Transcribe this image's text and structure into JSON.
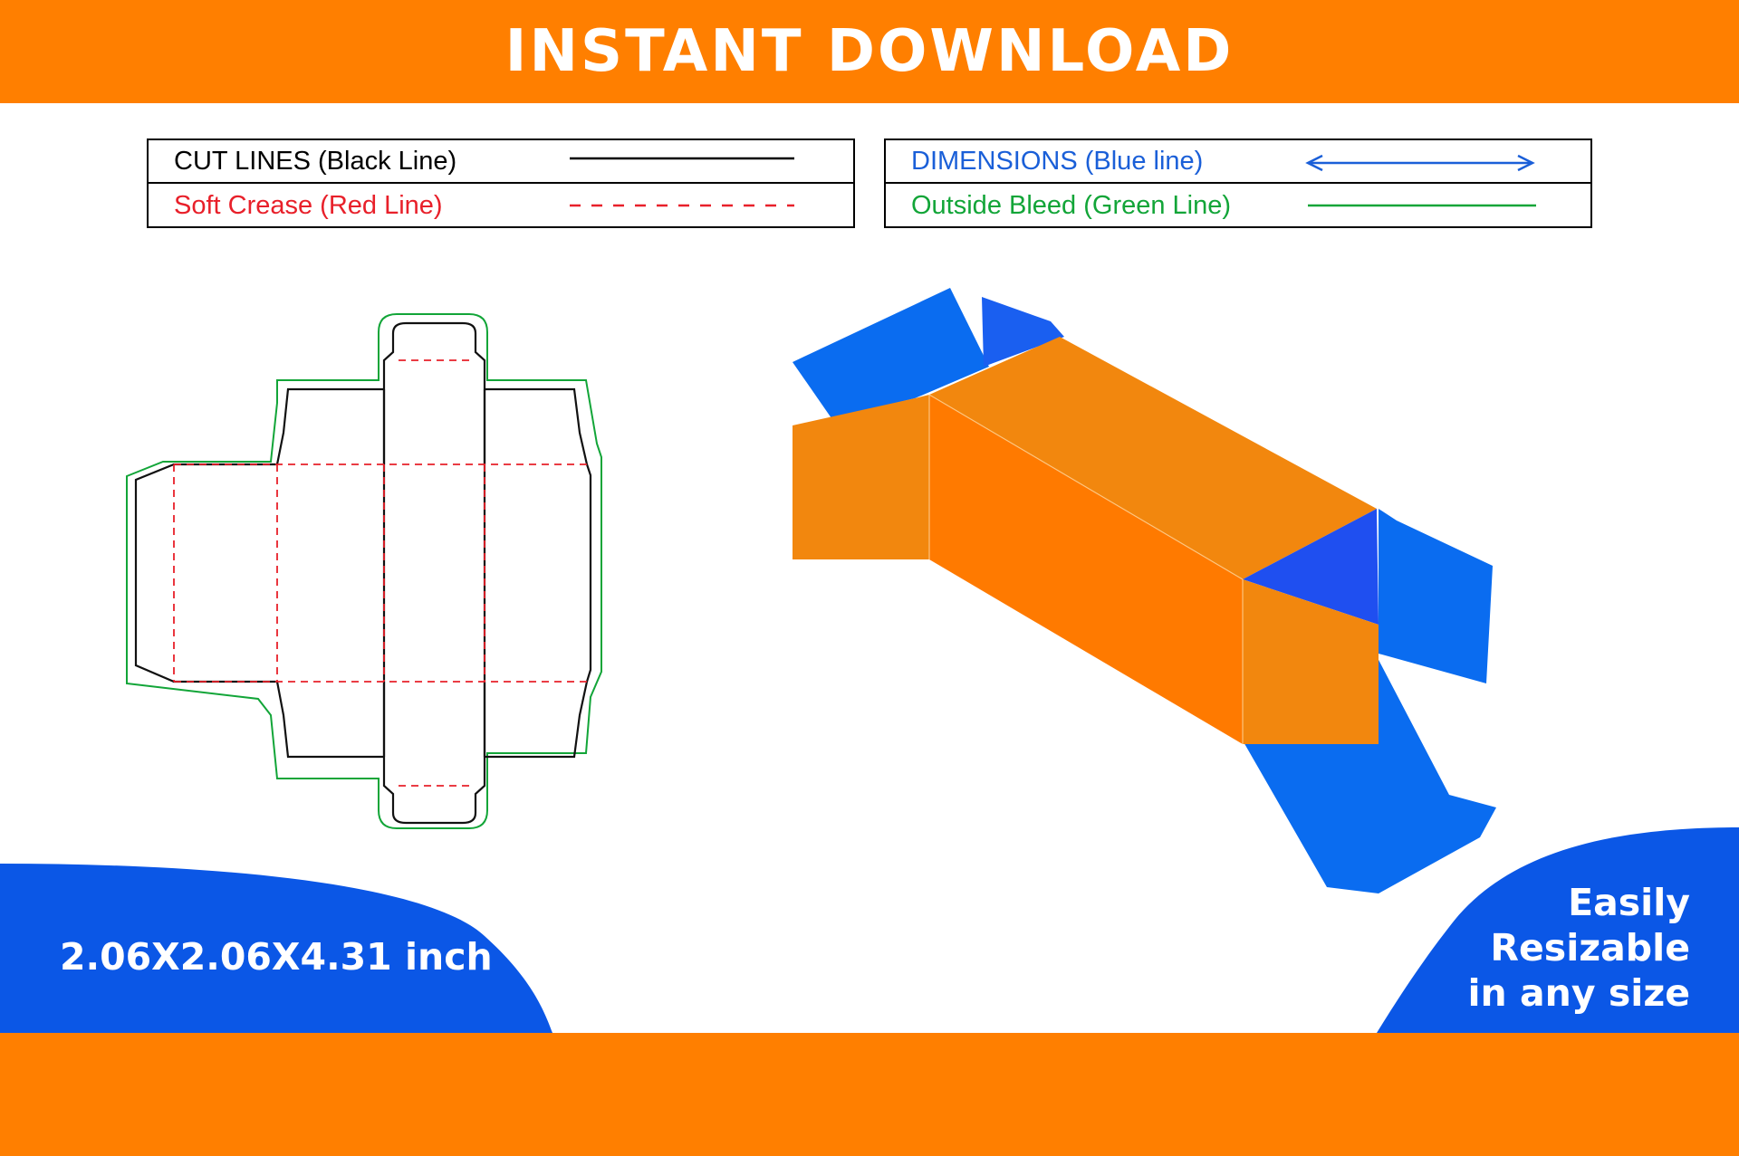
{
  "banner": {
    "title": "INSTANT DOWNLOAD",
    "color": "#FF7F00"
  },
  "legend": {
    "left": [
      {
        "label": "CUT LINES (Black Line)",
        "color": "#000000",
        "style": "solid"
      },
      {
        "label": "Soft Crease (Red Line)",
        "color": "#E8202A",
        "style": "dashed"
      }
    ],
    "right": [
      {
        "label": "DIMENSIONS (Blue line)",
        "color": "#1A5FD8",
        "style": "double-arrow"
      },
      {
        "label": "Outside Bleed (Green Line)",
        "color": "#12A538",
        "style": "solid"
      }
    ]
  },
  "dimensions_badge": {
    "text": "2.06X2.06X4.31 inch",
    "color": "#0B57E6"
  },
  "resize_badge": {
    "lines": [
      "Easily",
      "Resizable",
      "in any size"
    ],
    "color": "#0B57E6"
  },
  "colors": {
    "box_orange": "#FF7A00",
    "box_orange_light": "#F2870E",
    "flap_blue": "#0A6CF0",
    "flap_blue_dark": "#1F4FF0",
    "cut_line": "#111111",
    "crease_line": "#E8202A",
    "bleed_line": "#12A538"
  }
}
